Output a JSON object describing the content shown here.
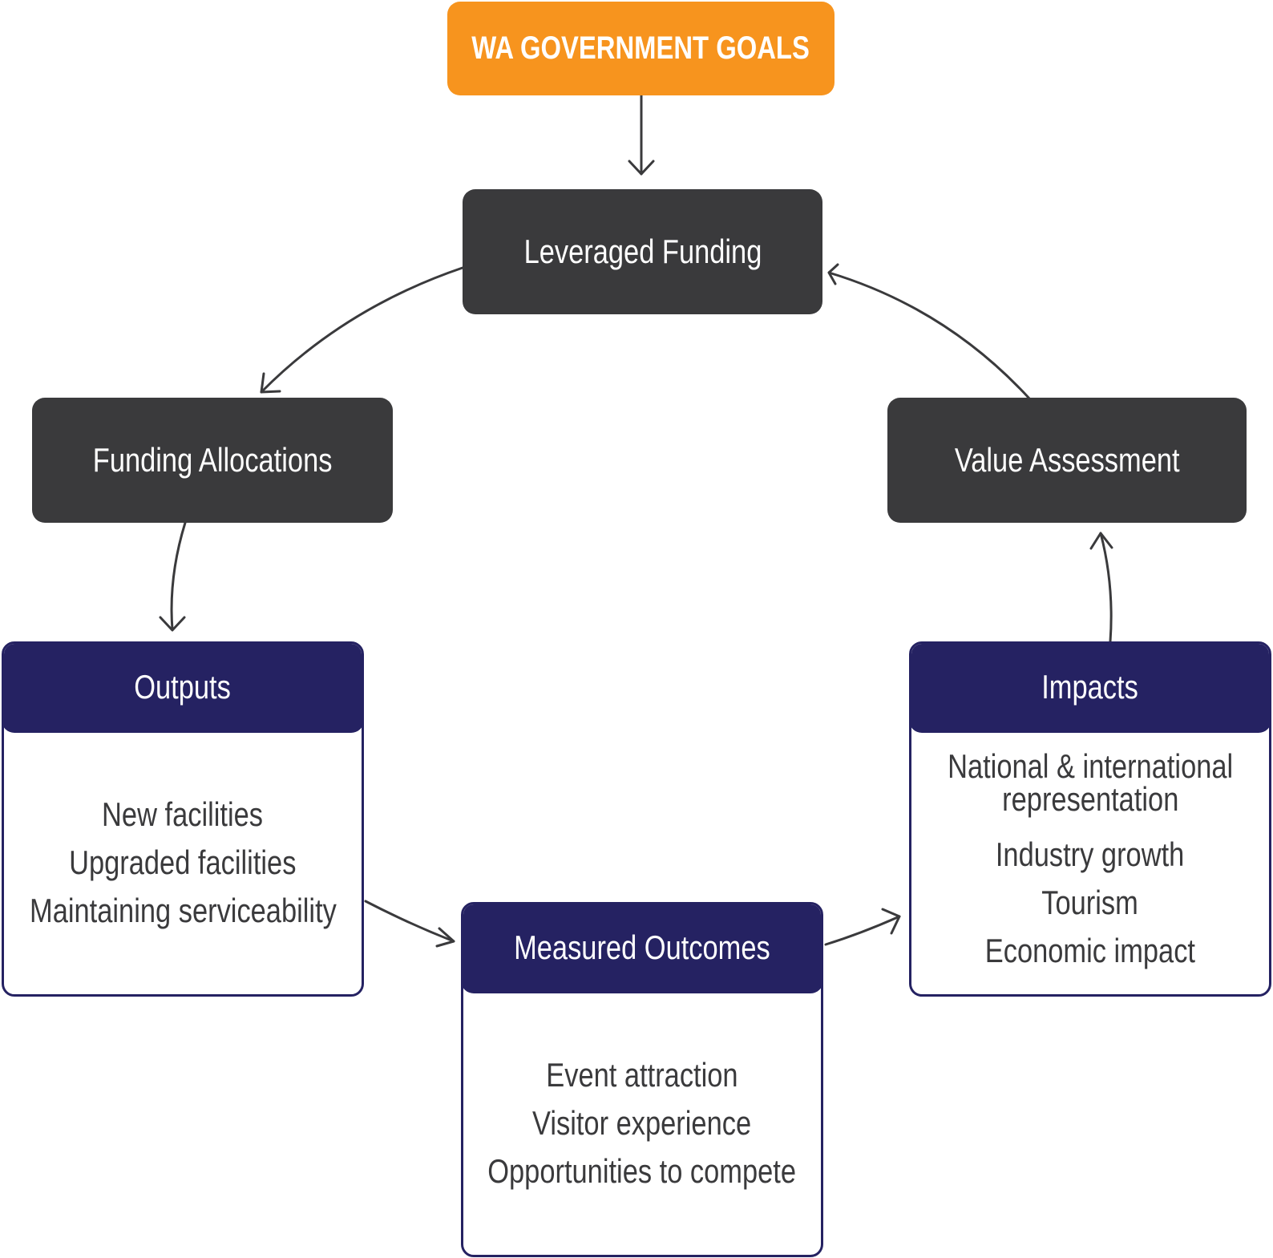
{
  "colors": {
    "goal": "#F7941E",
    "process": "#3A3A3C",
    "panel_header": "#252262",
    "panel_border": "#252262",
    "body_text": "#3A3A3C",
    "arrow": "#3A3A3C"
  },
  "goal": {
    "label": "WA GOVERNMENT GOALS"
  },
  "cycle": {
    "leveraged_funding": "Leveraged Funding",
    "funding_allocations": "Funding Allocations",
    "value_assessment": "Value Assessment"
  },
  "outputs": {
    "title": "Outputs",
    "items": [
      "New facilities",
      "Upgraded facilities",
      "Maintaining serviceability"
    ]
  },
  "measured_outcomes": {
    "title": "Measured Outcomes",
    "items": [
      "Event attraction",
      "Visitor experience",
      "Opportunities to compete"
    ]
  },
  "impacts": {
    "title": "Impacts",
    "items": [
      {
        "lines": [
          "National & international",
          "representation"
        ]
      },
      {
        "lines": [
          "Industry growth"
        ]
      },
      {
        "lines": [
          "Tourism"
        ]
      },
      {
        "lines": [
          "Economic impact"
        ]
      }
    ]
  },
  "connectors": [
    {
      "from": "goal",
      "to": "leveraged-funding"
    },
    {
      "from": "leveraged-funding",
      "to": "funding-allocations"
    },
    {
      "from": "funding-allocations",
      "to": "outputs"
    },
    {
      "from": "outputs",
      "to": "measured-outcomes"
    },
    {
      "from": "measured-outcomes",
      "to": "impacts"
    },
    {
      "from": "impacts",
      "to": "value-assessment"
    },
    {
      "from": "value-assessment",
      "to": "leveraged-funding"
    }
  ]
}
